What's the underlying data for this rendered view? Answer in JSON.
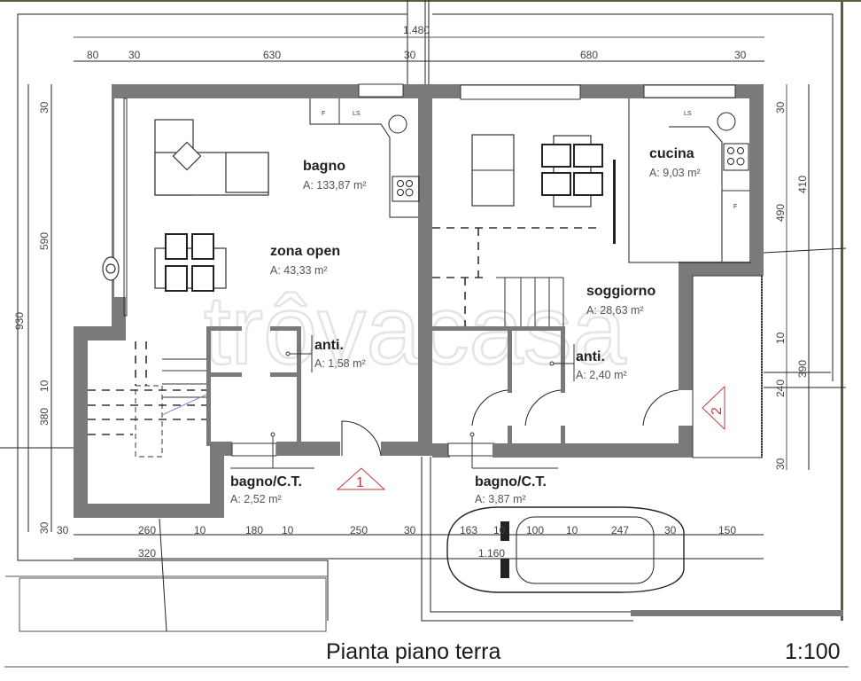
{
  "drawing": {
    "title": "Pianta piano terra",
    "scale": "1:100",
    "watermark": "trôvacasa"
  },
  "rooms": [
    {
      "name": "bagno",
      "area": "A: 133,87 m²"
    },
    {
      "name": "zona open",
      "area": "A:     43,33 m²"
    },
    {
      "name": "cucina",
      "area": "A: 9,03 m²"
    },
    {
      "name": "soggiorno",
      "area": "A:    28,63 m²"
    },
    {
      "name": "anti.",
      "area": "A: 1,58 m²"
    },
    {
      "name": "anti.",
      "area": "A: 2,40 m²"
    },
    {
      "name": "bagno/C.T.",
      "area": "A:        2,52 m²"
    },
    {
      "name": "bagno/C.T.",
      "area": "A:        3,87 m²"
    }
  ],
  "fixtures": {
    "fridge": "F",
    "dishwasher": "LS"
  },
  "markers": [
    "1",
    "2"
  ],
  "dimensions": {
    "top_total": "1.480",
    "top": [
      "80",
      "30",
      "630",
      "30",
      "680",
      "30"
    ],
    "left_total": "930",
    "left": [
      "30",
      "590",
      "10",
      "380",
      "30"
    ],
    "right_inner": [
      "30",
      "490",
      "10",
      "240",
      "30"
    ],
    "right_outer": [
      "410",
      "390"
    ],
    "bottom": [
      "30",
      "260",
      "10",
      "180",
      "10",
      "250",
      "30",
      "163",
      "10",
      "100",
      "10",
      "247",
      "30",
      "150"
    ],
    "bottom_sub": "320",
    "bottom_total": "1.160"
  }
}
